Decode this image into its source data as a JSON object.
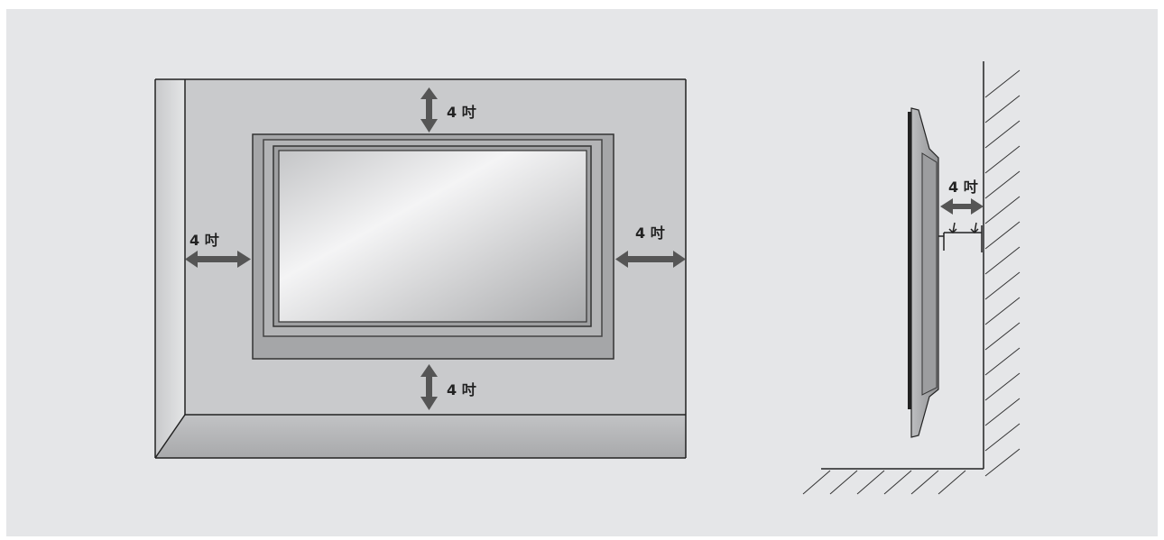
{
  "colors": {
    "panel_background": "#e5e6e8",
    "wall_back": "#c9cacc",
    "wall_side": "#dadbdd",
    "floor": "#b7b8ba",
    "tv_bezel": "#a5a6a8",
    "arrow": "#555555",
    "line": "#222222"
  },
  "front_view": {
    "clearance_top": "4 吋",
    "clearance_bottom": "4 吋",
    "clearance_left": "4 吋",
    "clearance_right": "4 吋"
  },
  "side_view": {
    "clearance_wall": "4 吋"
  }
}
